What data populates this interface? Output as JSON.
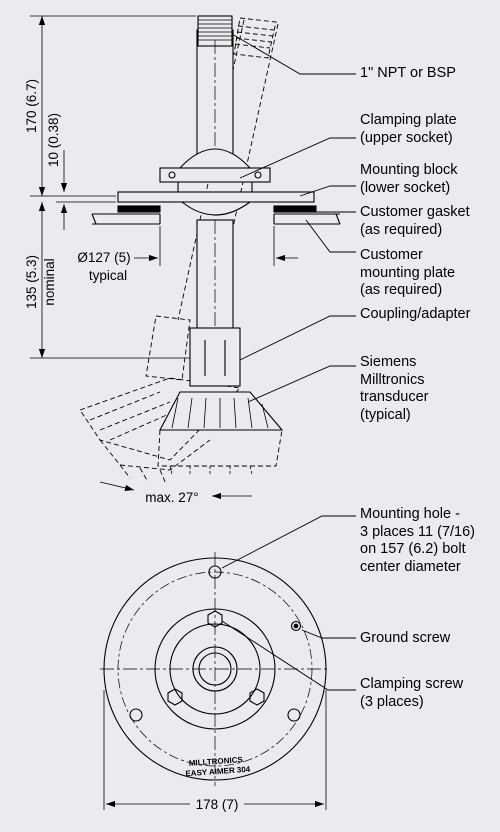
{
  "labels": {
    "thread": "1\" NPT or BSP",
    "clamping_plate": "Clamping plate\n(upper socket)",
    "mounting_block": "Mounting block\n(lower socket)",
    "customer_gasket": "Customer gasket\n(as required)",
    "customer_plate": "Customer\nmounting plate\n(as required)",
    "coupling": "Coupling/adapter",
    "transducer": "Siemens\nMilltronics\ntransducer\n(typical)",
    "mounting_hole": "Mounting hole -\n3 places 11 (7/16)\non 157 (6.2) bolt\ncenter diameter",
    "ground_screw": "Ground screw",
    "clamping_screw": "Clamping screw\n(3 places)"
  },
  "dimensions": {
    "height_total": "170 (6.7)",
    "plate_thickness": "10 (0.38)",
    "hole_diameter": "Ø127 (5)",
    "hole_diameter_note": "typical",
    "height_lower": "135 (5.3)",
    "height_lower_note": "nominal",
    "max_angle": "max. 27°",
    "flange_diameter": "178 (7)"
  },
  "plate_marking": {
    "line1": "MILLTRONICS",
    "line2": "EASY AIMER 304"
  },
  "colors": {
    "background": "#e9ebee",
    "line": "#000000"
  }
}
